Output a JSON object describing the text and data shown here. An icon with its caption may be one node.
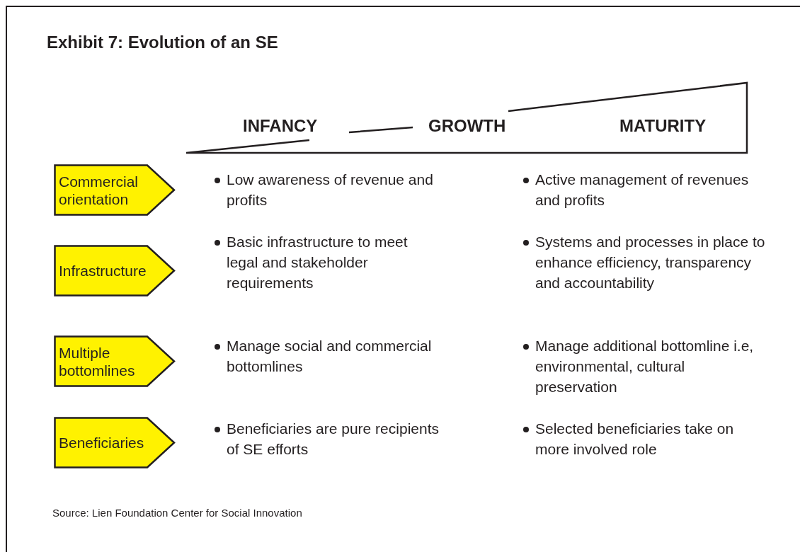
{
  "diagram": {
    "title": "Exhibit 7: Evolution of an SE",
    "caption": "Source: Lien Foundation Center for Social Innovation",
    "nodes": [
      {
        "text": [
          "Commercial orientation"
        ]
      },
      {
        "text": [
          "Infrastructure"
        ]
      },
      {
        "text": [
          "Multiple bottomlines"
        ]
      },
      {
        "text": [
          "Beneficiaries"
        ]
      }
    ],
    "labels": [
      "INFANCY",
      "GROWTH",
      "MATURITY",
      "Low awareness of revenue and profits",
      "Active management of revenues and profits",
      "Basic infrastructure to meet legal and stakeholder requirements",
      "Systems and processes in place to enhance efficiency, transparency and accountability",
      "Manage social and commercial bottomlines",
      "Manage additional bottomline i.e, environmental, cultural preservation",
      "Beneficiaries are pure recipients of SE efforts",
      "Selected beneficiaries take on more involved role"
    ]
  }
}
